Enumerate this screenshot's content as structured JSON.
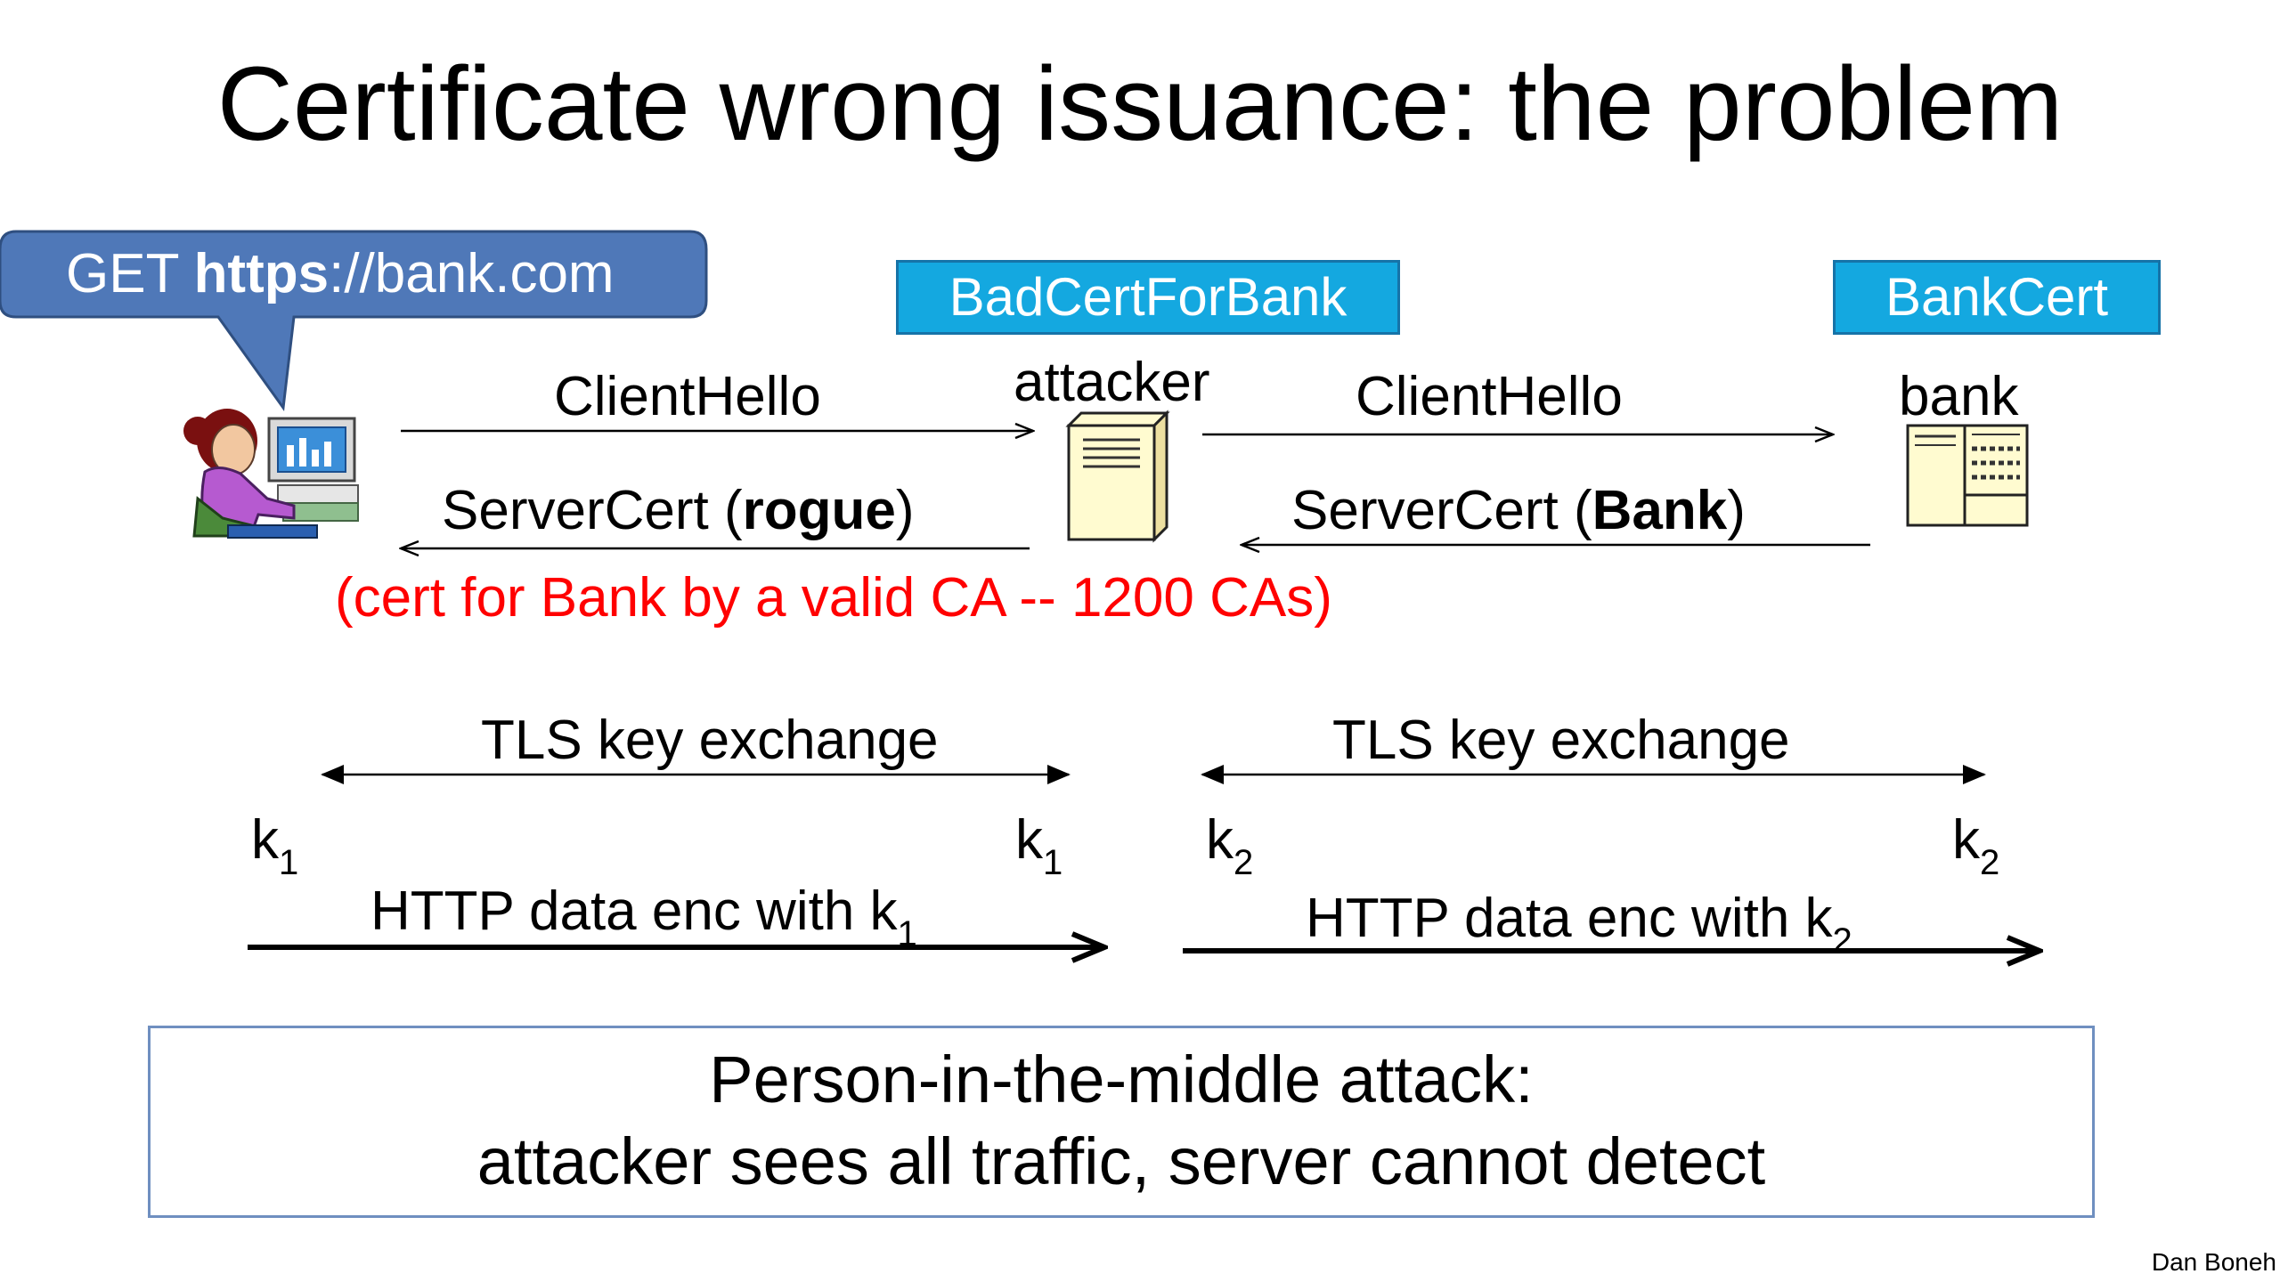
{
  "slide": {
    "title": "Certificate wrong issuance:  the problem",
    "footer_credit": "Dan Boneh"
  },
  "speech_bubble": {
    "prefix": "GET ",
    "bold": "https",
    "suffix": "://bank.com",
    "color": "#4f78b8"
  },
  "nodes": {
    "attacker_label": "attacker",
    "bank_label": "bank",
    "attacker_cert": "BadCertForBank",
    "bank_cert": "BankCert",
    "cert_color": "#14a8e0",
    "client_icon": "user-at-computer-icon",
    "attacker_icon": "server-tower-icon",
    "bank_icon": "bank-server-icon"
  },
  "messages": {
    "client_hello_1": "ClientHello",
    "client_hello_2": "ClientHello",
    "server_cert_1_prefix": "ServerCert (",
    "server_cert_1_bold": "rogue",
    "server_cert_1_suffix": ")",
    "server_cert_2_prefix": "ServerCert (",
    "server_cert_2_bold": "Bank",
    "server_cert_2_suffix": ")",
    "note": "(cert for Bank by a valid CA  --  1200 CAs)",
    "note_color": "#ff0000"
  },
  "key_exchange": {
    "left_label": "TLS key exchange",
    "right_label": "TLS key exchange",
    "k1_base": "k",
    "k1_sub": "1",
    "k2_base": "k",
    "k2_sub": "2",
    "data_left_prefix": "HTTP data enc with k",
    "data_left_sub": "1",
    "data_right_prefix": "HTTP data enc with k",
    "data_right_sub": "2"
  },
  "conclusion": {
    "line1": "Person-in-the-middle attack:",
    "line2": "attacker sees all traffic, server cannot detect"
  }
}
